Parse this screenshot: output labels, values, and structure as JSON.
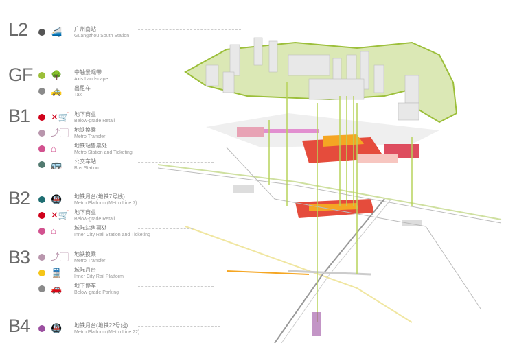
{
  "levels": [
    {
      "label": "L2",
      "items": [
        {
          "cn": "广州南站",
          "en": "Guangzhou South Station",
          "color": "#555555",
          "icon": "train-icon",
          "glyph": "🚄"
        }
      ]
    },
    {
      "label": "GF",
      "items": [
        {
          "cn": "中轴景观带",
          "en": "Axis Landscape",
          "color": "#9cbf3a",
          "icon": "tree-icon",
          "glyph": "🌳"
        },
        {
          "cn": "出租车",
          "en": "Taxi",
          "color": "#8a8a8a",
          "icon": "taxi-icon",
          "glyph": "🚕"
        }
      ]
    },
    {
      "label": "B1",
      "items": [
        {
          "cn": "地下商业",
          "en": "Below-grade Retail",
          "color": "#d0021b",
          "icon": "retail-icon",
          "glyph": "✕🛒"
        },
        {
          "cn": "地铁换乘",
          "en": "Metro Transfer",
          "color": "#b996ad",
          "icon": "escalator-icon",
          "glyph": "⤴▢"
        },
        {
          "cn": "地铁站售票处",
          "en": "Metro Station and Ticketing",
          "color": "#d2528f",
          "icon": "ticketing-icon",
          "glyph": "⌂"
        },
        {
          "cn": "公交车站",
          "en": "Bus Station",
          "color": "#527a70",
          "icon": "bus-icon",
          "glyph": "🚌"
        }
      ]
    },
    {
      "label": "B2",
      "items": [
        {
          "cn": "地铁月台(地铁7号线)",
          "en": "Metro Platform (Metro Line 7)",
          "color": "#1f6e72",
          "icon": "metro-icon",
          "glyph": "🚇"
        },
        {
          "cn": "地下商业",
          "en": "Below-grade Retail",
          "color": "#d0021b",
          "icon": "retail-icon",
          "glyph": "✕🛒"
        },
        {
          "cn": "城际站售票处",
          "en": "Inner City Rail Station and Ticketing",
          "color": "#d2528f",
          "icon": "ticketing-icon",
          "glyph": "⌂"
        }
      ]
    },
    {
      "label": "B3",
      "items": [
        {
          "cn": "地铁换乘",
          "en": "Metro Transfer",
          "color": "#b996ad",
          "icon": "escalator-icon",
          "glyph": "⤴▢"
        },
        {
          "cn": "城际月台",
          "en": "Inner City Rail Platform",
          "color": "#f5c518",
          "icon": "rail-icon",
          "glyph": "🚆"
        },
        {
          "cn": "地下停车",
          "en": "Below-grade Parking",
          "color": "#8a8a8a",
          "icon": "parking-icon",
          "glyph": "🚗"
        }
      ]
    },
    {
      "label": "B4",
      "items": [
        {
          "cn": "地铁月台(地铁22号线)",
          "en": "Metro Platform (Metro Line 22)",
          "color": "#9b4fa0",
          "icon": "metro-icon",
          "glyph": "🚇"
        }
      ]
    }
  ]
}
